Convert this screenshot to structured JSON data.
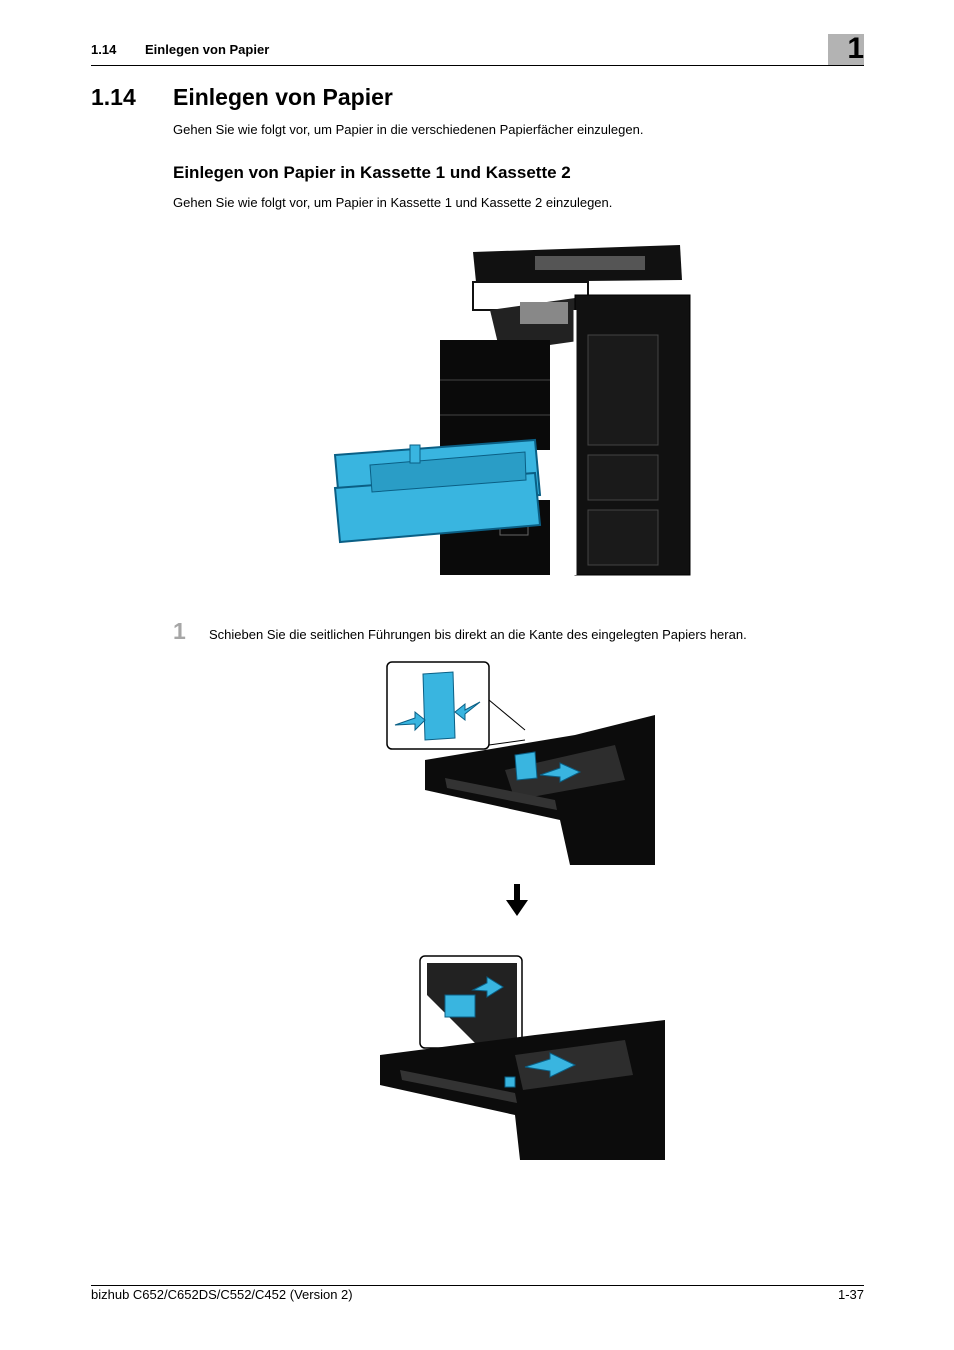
{
  "header": {
    "section_number": "1.14",
    "section_title": "Einlegen von Papier",
    "chapter_number": "1"
  },
  "heading": {
    "number": "1.14",
    "title": "Einlegen von Papier"
  },
  "intro": "Gehen Sie wie folgt vor, um Papier in die verschiedenen Papierfächer einzulegen.",
  "subheading": "Einlegen von Papier in Kassette 1 und Kassette 2",
  "subintro": "Gehen Sie wie folgt vor, um Papier in Kassette 1 und Kassette 2 einzulegen.",
  "steps": [
    {
      "number": "1",
      "text": "Schieben Sie die seitlichen Führungen bis direkt an die Kante des eingelegten Papiers heran."
    }
  ],
  "footer": {
    "product": "bizhub C652/C652DS/C552/C452 (Version 2)",
    "page": "1-37"
  },
  "colors": {
    "highlight": "#39b5e0",
    "chapter_box": "#b3b3b3",
    "step_number": "#a6a6a6"
  }
}
